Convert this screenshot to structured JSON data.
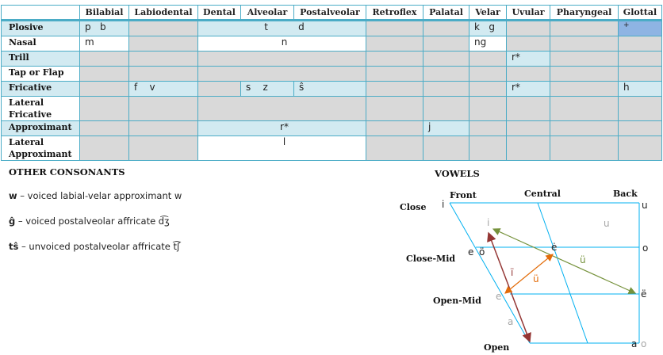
{
  "table": {
    "columns": [
      "Bilabial",
      "Labiodental",
      "Dental",
      "Alveolar",
      "Postalveolar",
      "Retroflex",
      "Palatal",
      "Velar",
      "Uvular",
      "Pharyngeal",
      "Glottal"
    ],
    "rows": [
      {
        "label": "Plosive",
        "bilabial": "p   b",
        "dental_postalveolar": "t          d",
        "velar": "k   g",
        "glottal": "+"
      },
      {
        "label": "Nasal",
        "bilabial": "m",
        "dental_postalveolar": "n",
        "velar": "ng"
      },
      {
        "label": "Trill",
        "uvular": "r*"
      },
      {
        "label": "Tap or Flap"
      },
      {
        "label": "Fricative",
        "labiodental": "f    v",
        "alveolar": "s    z",
        "postalveolar": "ŝ",
        "uvular": "r*",
        "glottal": "h"
      },
      {
        "label": "Lateral Fricative"
      },
      {
        "label": "Approximant",
        "dental_postalveolar": "r*",
        "palatal": "j"
      },
      {
        "label": "Lateral Approximant",
        "dental_postalveolar": "l"
      }
    ]
  },
  "other": {
    "title": "OTHER CONSONANTS",
    "items": [
      {
        "symbol": "w",
        "text": " – voiced labial-velar approximant w"
      },
      {
        "symbol": "ĝ",
        "text": " – voiced postalveolar affricate d͡ʒ"
      },
      {
        "symbol": "tŝ",
        "text": " – unvoiced postalveolar affricate t͡ʃ"
      }
    ]
  },
  "vowels": {
    "title": "VOWELS",
    "cols": [
      "Front",
      "Central",
      "Back"
    ],
    "rows": [
      "Close",
      "Close-Mid",
      "Open-Mid",
      "Open"
    ],
    "symbols": {
      "i1": "i",
      "u1": "u",
      "i2": "i",
      "u2": "u",
      "e1": "e",
      "o_uml": "ö",
      "e_dot": "ė",
      "o1": "o",
      "i_uml": "ï",
      "u_uml_orange": "ü",
      "u_uml_green": "ü",
      "e2": "e",
      "e_uml": "ë",
      "a1": "a",
      "a2": "a",
      "o2": "o"
    },
    "colors": {
      "grid": "#00b0f0",
      "brown": "#943634",
      "green": "#76923c",
      "orange": "#e36c09",
      "grey": "#a6a6a6"
    }
  }
}
